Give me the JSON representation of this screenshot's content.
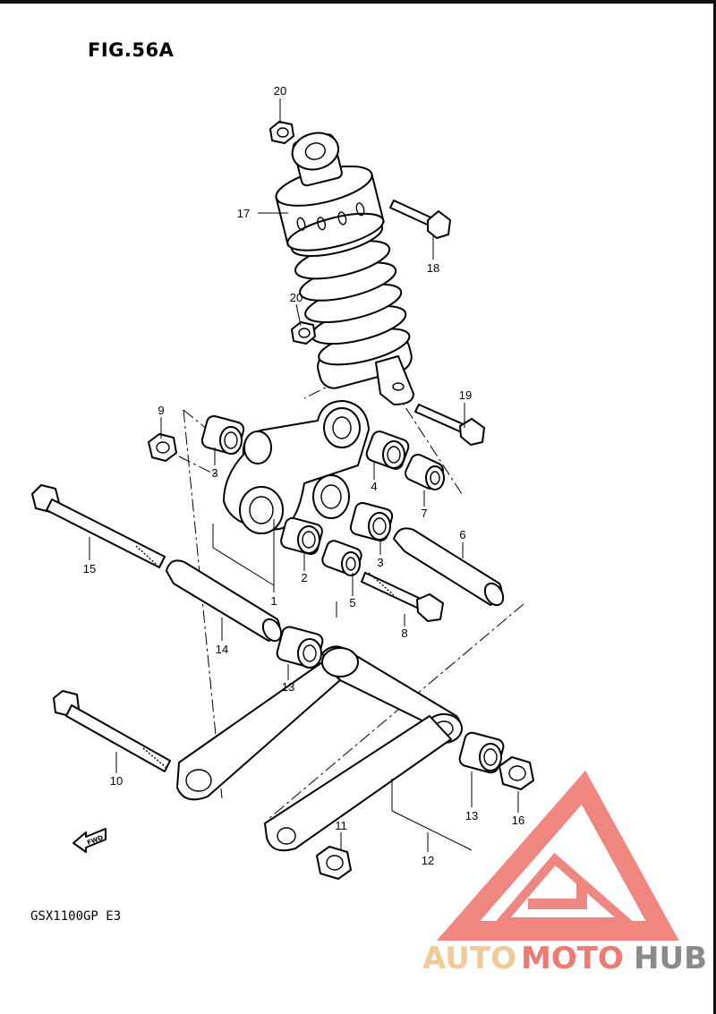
{
  "figure": {
    "title": "FIG.56A",
    "model": "GSX1100GP  E3",
    "fwd_label": "FWD"
  },
  "watermark": {
    "brand_part1": "AUTO",
    "brand_part2": "MOTO",
    "brand_part3": "HUB",
    "color_light": "#f4c99a",
    "color_red": "#ee7a72",
    "color_dark": "#8a8a8a"
  },
  "callouts": [
    {
      "id": "20a",
      "label": "20"
    },
    {
      "id": "17",
      "label": "17"
    },
    {
      "id": "18",
      "label": "18"
    },
    {
      "id": "20b",
      "label": "20"
    },
    {
      "id": "19",
      "label": "19"
    },
    {
      "id": "9",
      "label": "9"
    },
    {
      "id": "3a",
      "label": "3"
    },
    {
      "id": "4",
      "label": "4"
    },
    {
      "id": "7",
      "label": "7"
    },
    {
      "id": "15",
      "label": "15"
    },
    {
      "id": "6",
      "label": "6"
    },
    {
      "id": "3b",
      "label": "3"
    },
    {
      "id": "2",
      "label": "2"
    },
    {
      "id": "1",
      "label": "1"
    },
    {
      "id": "5",
      "label": "5"
    },
    {
      "id": "8",
      "label": "8"
    },
    {
      "id": "14",
      "label": "14"
    },
    {
      "id": "13a",
      "label": "13"
    },
    {
      "id": "10",
      "label": "10"
    },
    {
      "id": "13b",
      "label": "13"
    },
    {
      "id": "16",
      "label": "16"
    },
    {
      "id": "11",
      "label": "11"
    },
    {
      "id": "12",
      "label": "12"
    }
  ]
}
